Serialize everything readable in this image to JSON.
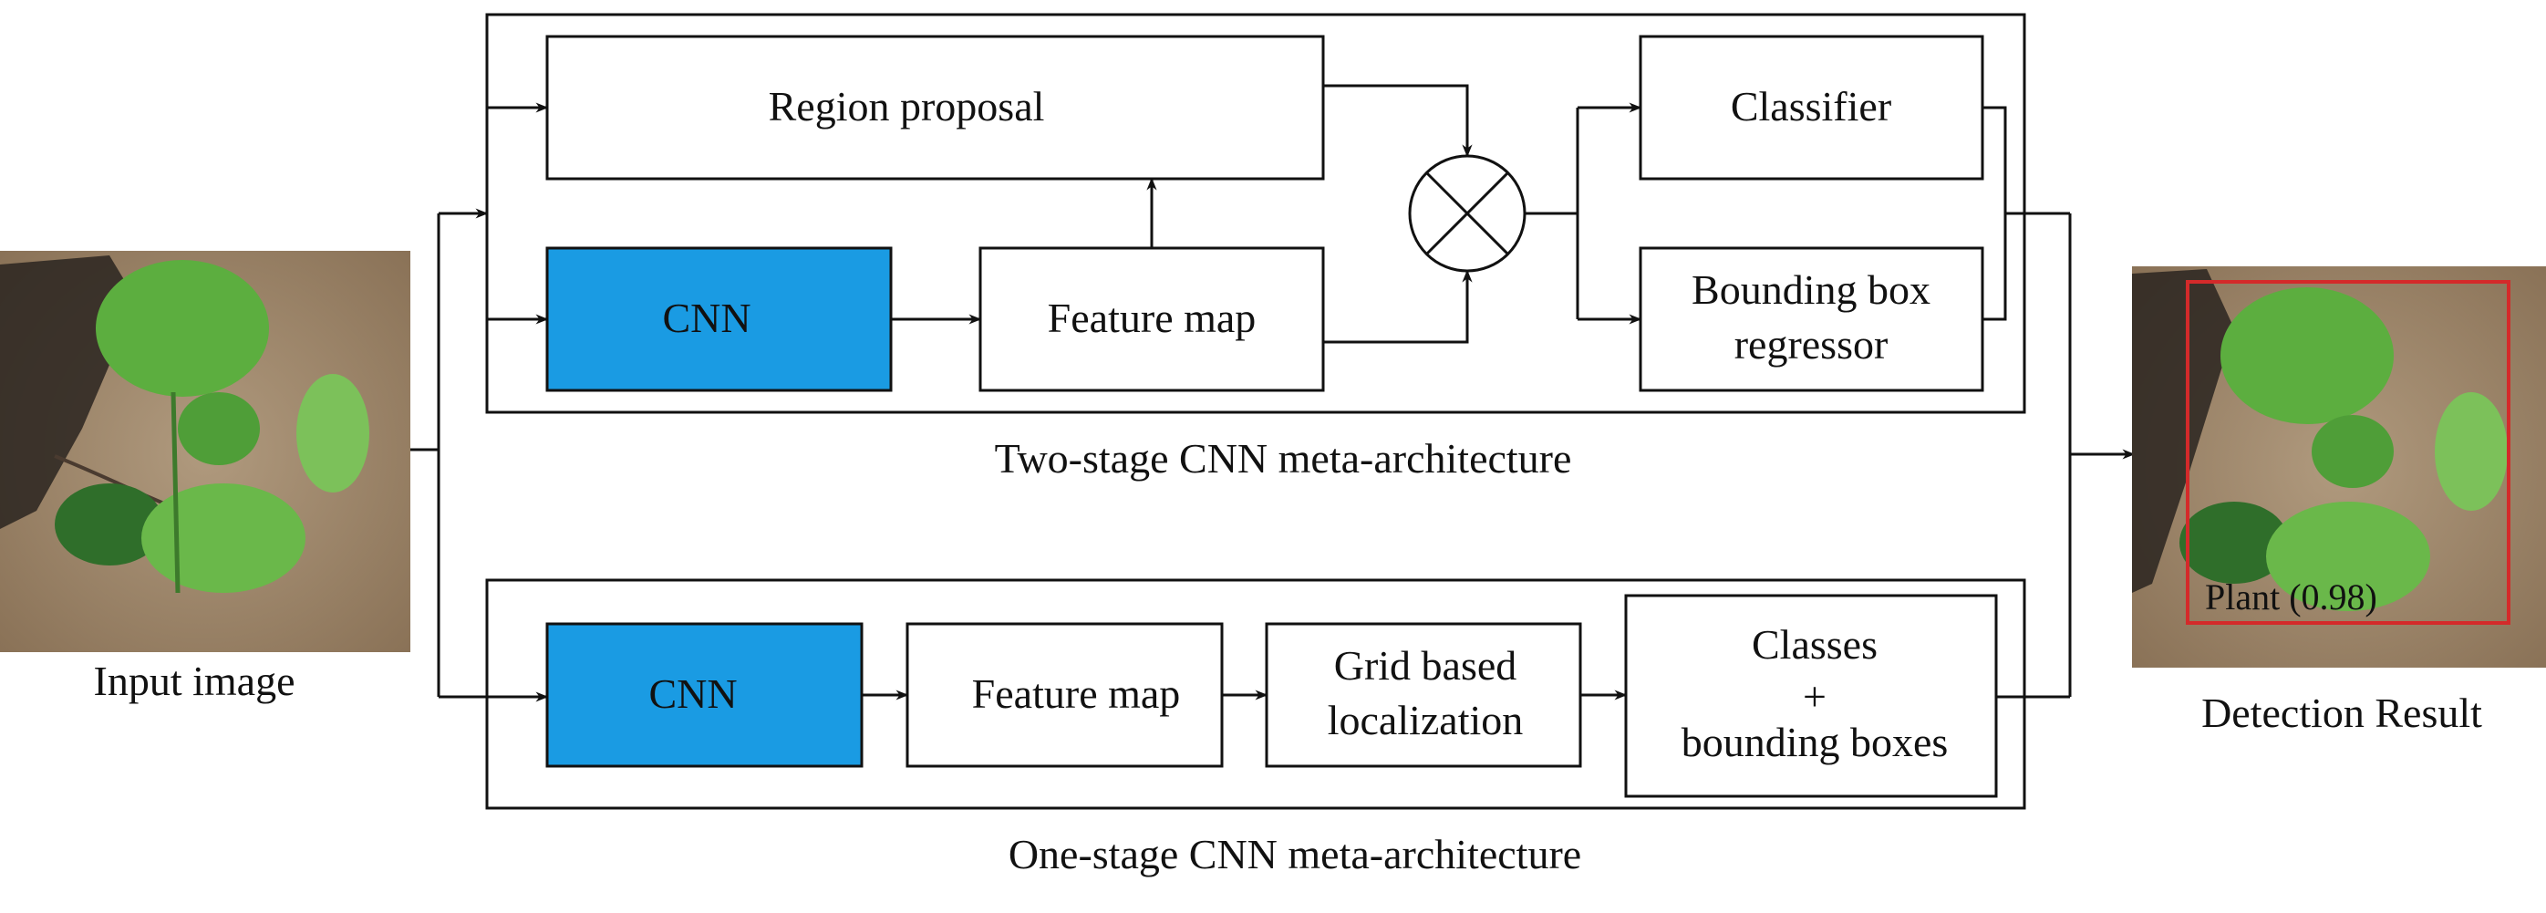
{
  "input": {
    "caption": "Input image"
  },
  "output": {
    "caption": "Detection Result",
    "detection_label": "Plant (0.98)",
    "box_color": "#d42a2a"
  },
  "two_stage": {
    "caption": "Two-stage CNN meta-architecture",
    "region_proposal": "Region proposal",
    "cnn": "CNN",
    "feature_map": "Feature map",
    "classifier": "Classifier",
    "bbox_regressor_line1": "Bounding box",
    "bbox_regressor_line2": "regressor"
  },
  "one_stage": {
    "caption": "One-stage CNN meta-architecture",
    "cnn": "CNN",
    "feature_map": "Feature map",
    "grid_line1": "Grid based",
    "grid_line2": "localization",
    "classes_line1": "Classes",
    "classes_line2": "+",
    "classes_line3": "bounding boxes"
  },
  "colors": {
    "cnn_fill": "#1a9be3",
    "soil": "#9c8266",
    "leaf": "#5cae3f",
    "leaf_dark": "#2f6e2a"
  }
}
